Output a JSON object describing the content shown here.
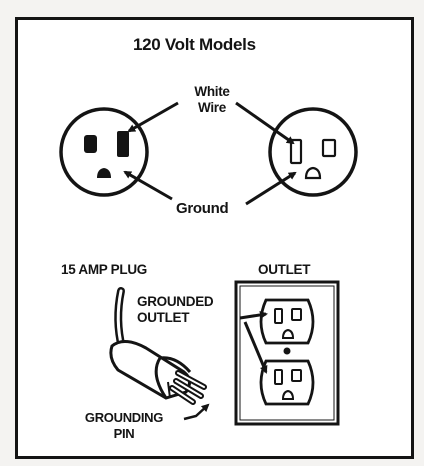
{
  "title": "120 Volt Models",
  "labels": {
    "white_wire_1": "White",
    "white_wire_2": "Wire",
    "ground": "Ground",
    "plug": "15 AMP PLUG",
    "outlet": "OUTLET",
    "grounded_outlet_1": "GROUNDED",
    "grounded_outlet_2": "OUTLET",
    "grounding_pin_1": "GROUNDING",
    "grounding_pin_2": "PIN"
  },
  "colors": {
    "ink": "#141414",
    "paper": "#ffffff",
    "background": "#f4f3f1"
  }
}
